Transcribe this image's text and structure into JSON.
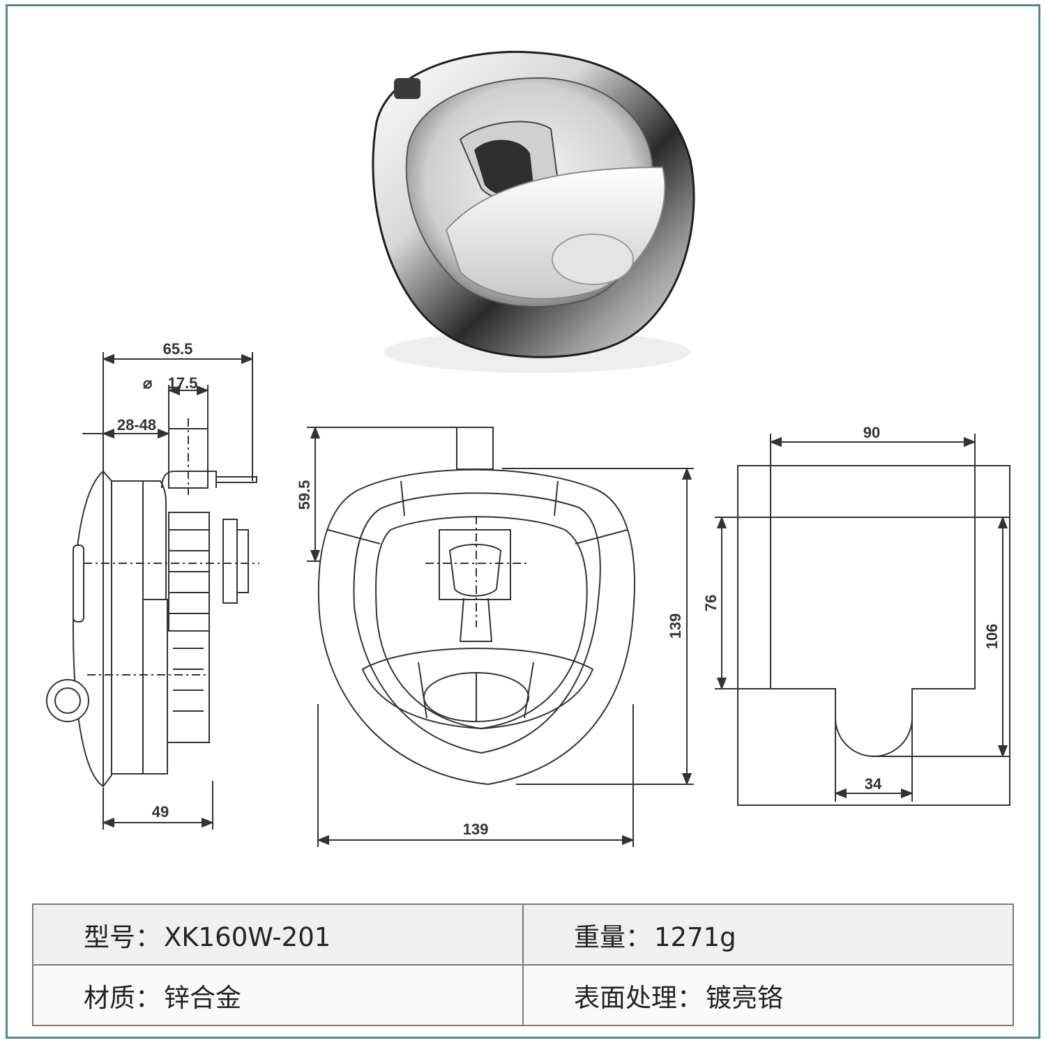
{
  "dimensions": {
    "side_top_width": "65.5",
    "side_diameter": "17.5",
    "side_range": "28-48",
    "side_bottom": "49",
    "front_height_offset": "59.5",
    "front_height": "139",
    "front_width": "139",
    "cutout_width": "90",
    "cutout_upper_height": "76",
    "cutout_total_height": "106",
    "cutout_slot_width": "34"
  },
  "specs": {
    "model_label": "型号：",
    "model_value": "XK160W-201",
    "weight_label": "重量：",
    "weight_value": "1271g",
    "material_label": "材质：",
    "material_value": "锌合金",
    "finish_label": "表面处理：",
    "finish_value": "镀亮铬"
  }
}
